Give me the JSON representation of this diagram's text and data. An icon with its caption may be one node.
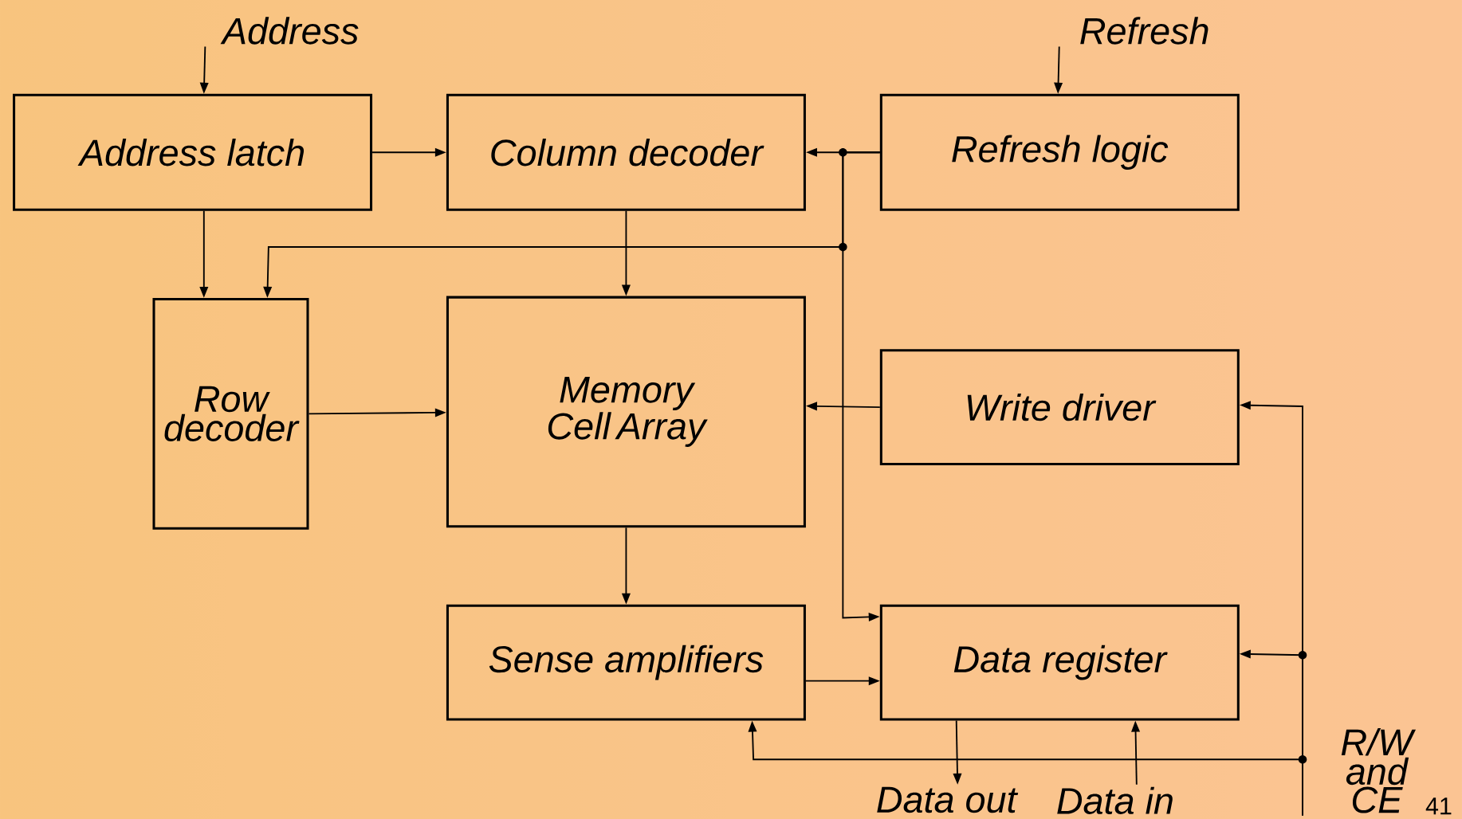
{
  "diagram": {
    "nodes": [
      {
        "text": [
          "Address latch"
        ]
      },
      {
        "text": [
          "Column decoder"
        ]
      },
      {
        "text": [
          "Refresh logic"
        ]
      },
      {
        "text": [
          "Row decoder"
        ]
      },
      {
        "text": [
          "Memory Cell Array"
        ]
      },
      {
        "text": [
          "Write driver"
        ]
      },
      {
        "text": [
          "Sense amplifiers"
        ]
      },
      {
        "text": [
          "Data register"
        ]
      },
      {
        "text": [
          "Address"
        ]
      },
      {
        "text": [
          "Refresh"
        ]
      },
      {
        "text": [
          "Data out"
        ]
      },
      {
        "text": [
          "Data in"
        ]
      },
      {
        "text": [
          "R/W and CE"
        ]
      }
    ],
    "edges": [
      {
        "from": 8,
        "to": 0,
        "arrow": "to"
      },
      {
        "from": 9,
        "to": 2,
        "arrow": "to"
      },
      {
        "from": 0,
        "to": 1,
        "arrow": "to"
      },
      {
        "from": 0,
        "to": 3,
        "arrow": "to"
      },
      {
        "from": 2,
        "to": 1,
        "arrow": "to"
      },
      {
        "from": 2,
        "to": 3,
        "arrow": "to"
      },
      {
        "from": 2,
        "to": 7,
        "arrow": "to"
      },
      {
        "from": 1,
        "to": 4,
        "arrow": "to"
      },
      {
        "from": 3,
        "to": 4,
        "arrow": "to"
      },
      {
        "from": 5,
        "to": 4,
        "arrow": "to"
      },
      {
        "from": 4,
        "to": 6,
        "arrow": "to"
      },
      {
        "from": 6,
        "to": 7,
        "arrow": "to"
      },
      {
        "from": 7,
        "to": 10,
        "arrow": "to"
      },
      {
        "from": 11,
        "to": 7,
        "arrow": "to"
      },
      {
        "from": 12,
        "to": 5,
        "arrow": "to"
      },
      {
        "from": 12,
        "to": 7,
        "arrow": "to"
      },
      {
        "from": 12,
        "to": 6,
        "arrow": "to"
      }
    ],
    "labels": [
      "41"
    ]
  }
}
